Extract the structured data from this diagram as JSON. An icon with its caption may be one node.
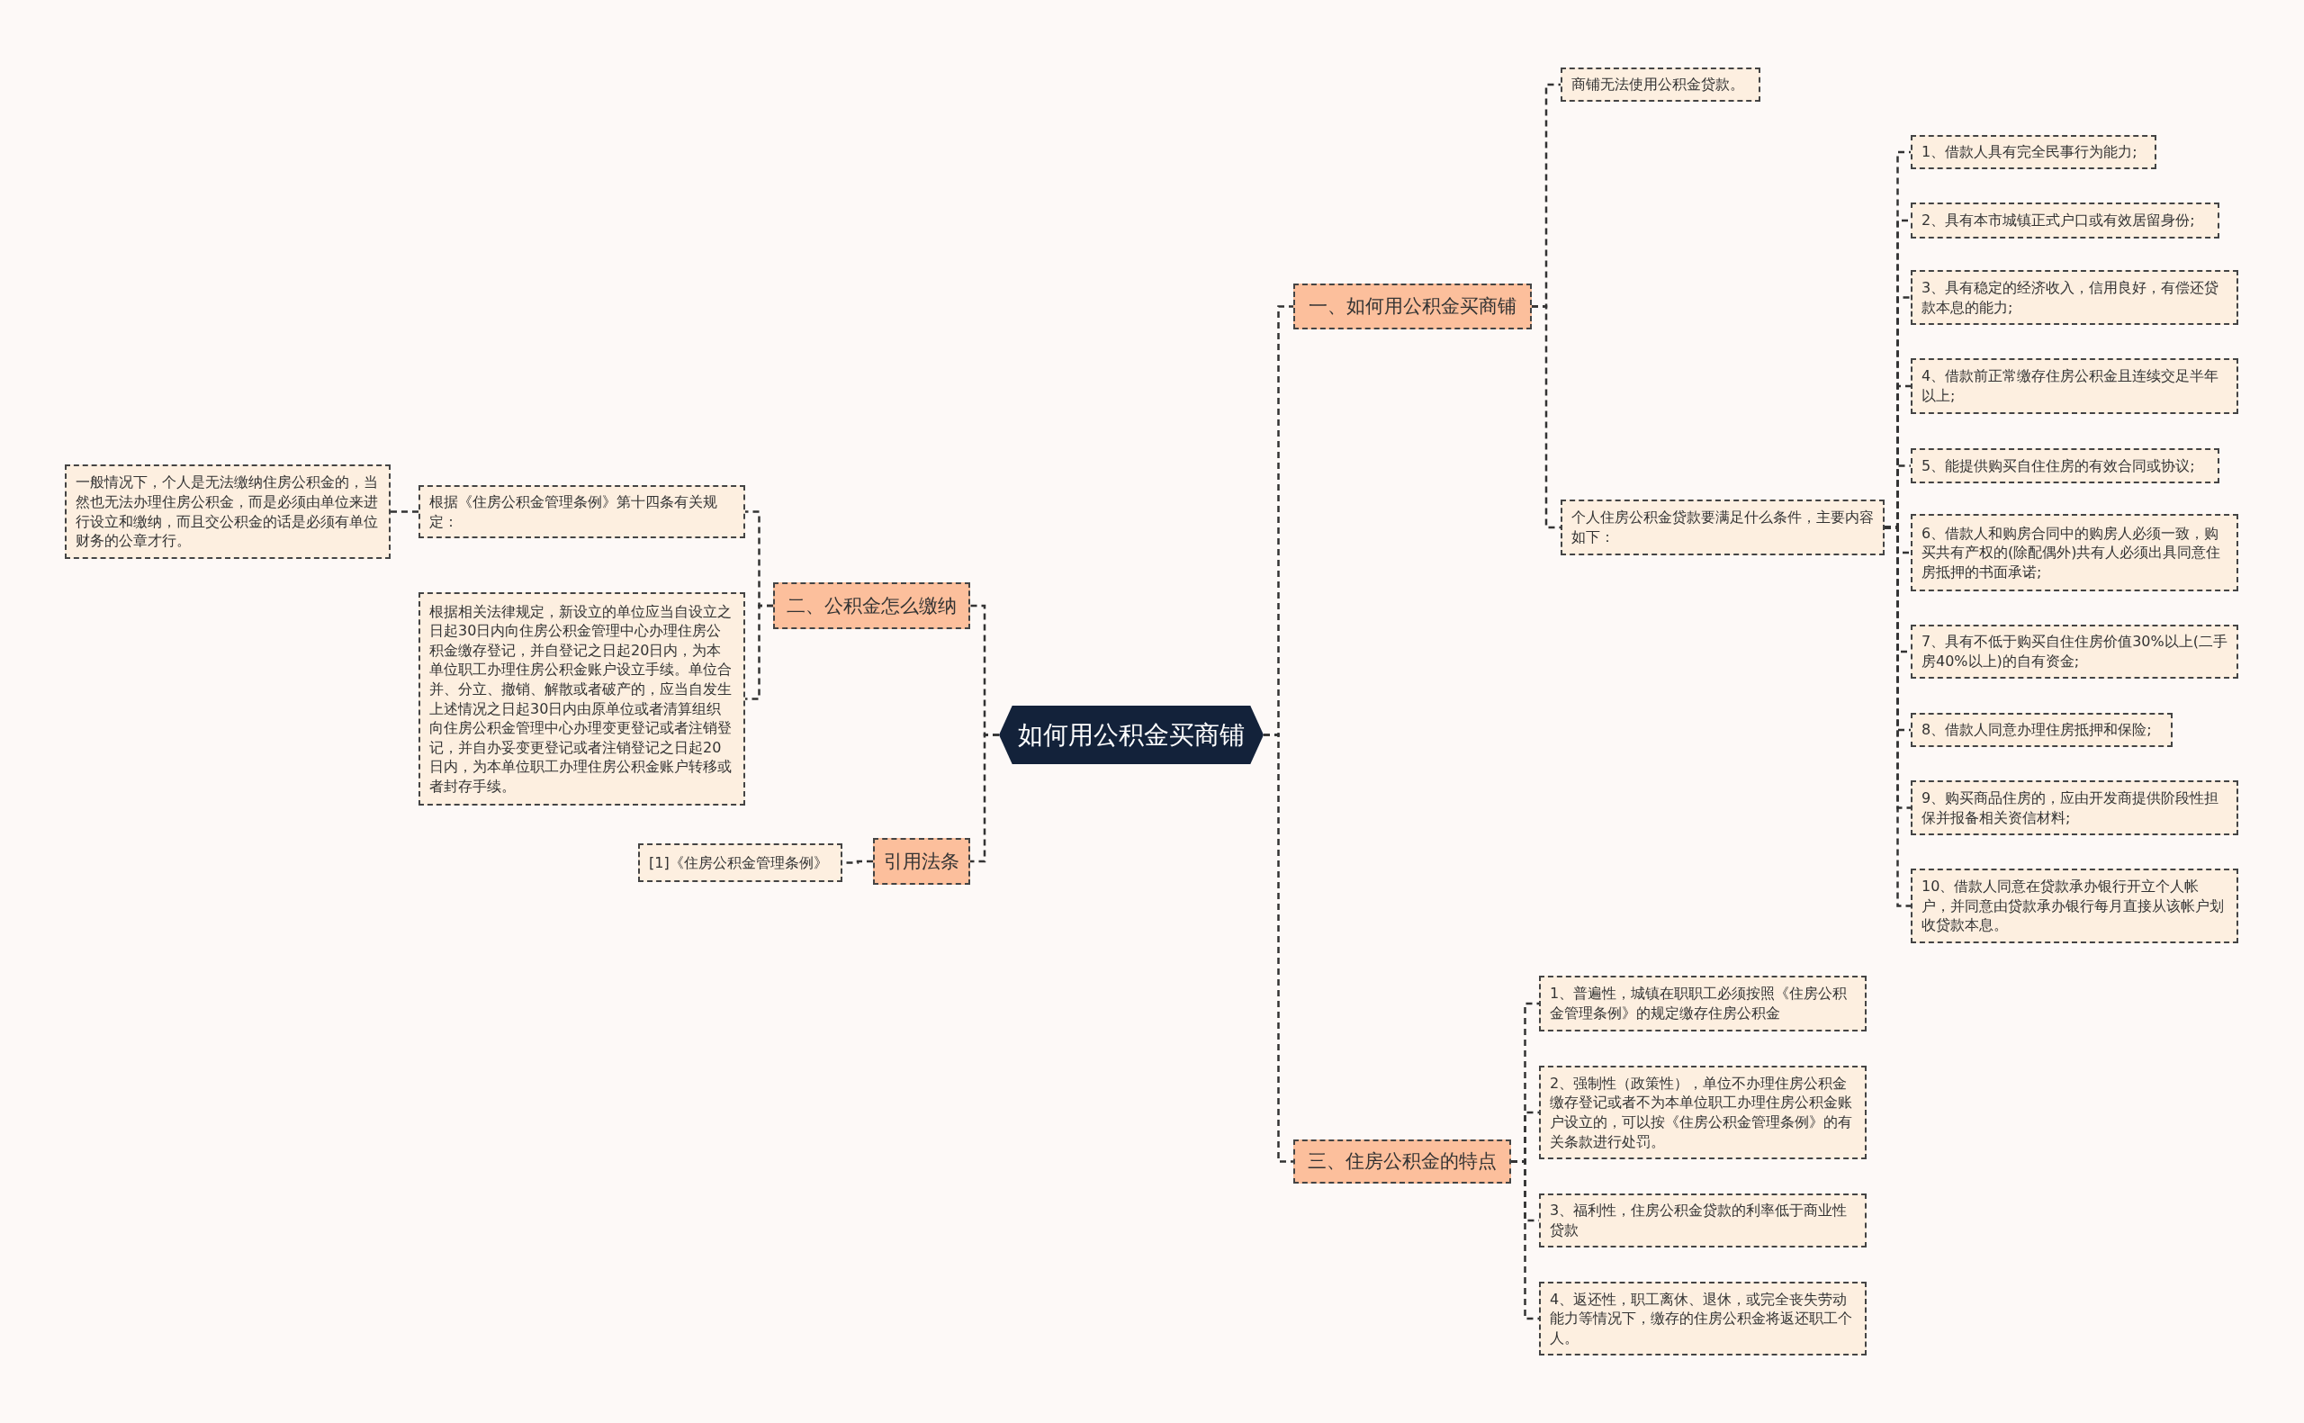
{
  "diagram": {
    "nodes": [
      {
        "text": [
          "如何用公积金买商铺"
        ]
      },
      {
        "text": [
          "一、如何用公积金买商铺"
        ]
      },
      {
        "text": [
          "商铺无法使用公积金贷款。"
        ]
      },
      {
        "text": [
          "个人住房公积金贷款要满足什么条件，主要内容如下："
        ]
      },
      {
        "text": [
          "1、借款人具有完全民事行为能力;"
        ]
      },
      {
        "text": [
          "2、具有本市城镇正式户口或有效居留身份;"
        ]
      },
      {
        "text": [
          "3、具有稳定的经济收入，信用良好，有偿还贷款本息的能力;"
        ]
      },
      {
        "text": [
          "4、借款前正常缴存住房公积金且连续交足半年以上;"
        ]
      },
      {
        "text": [
          "5、能提供购买自住住房的有效合同或协议;"
        ]
      },
      {
        "text": [
          "6、借款人和购房合同中的购房人必须一致，购买共有产权的(除配偶外)共有人必须出具同意住房抵押的书面承诺;"
        ]
      },
      {
        "text": [
          "7、具有不低于购买自住住房价值30%以上(二手房40%以上)的自有资金;"
        ]
      },
      {
        "text": [
          "8、借款人同意办理住房抵押和保险;"
        ]
      },
      {
        "text": [
          "9、购买商品住房的，应由开发商提供阶段性担保并报备相关资信材料;"
        ]
      },
      {
        "text": [
          "10、借款人同意在贷款承办银行开立个人帐户，并同意由贷款承办银行每月直接从该帐户划收贷款本息。"
        ]
      },
      {
        "text": [
          "三、住房公积金的特点"
        ]
      },
      {
        "text": [
          "1、普遍性，城镇在职职工必须按照《住房公积金管理条例》的规定缴存住房公积金"
        ]
      },
      {
        "text": [
          "2、强制性（政策性），单位不办理住房公积金缴存登记或者不为本单位职工办理住房公积金账户设立的，可以按《住房公积金管理条例》的有关条款进行处罚。"
        ]
      },
      {
        "text": [
          "3、福利性，住房公积金贷款的利率低于商业性贷款"
        ]
      },
      {
        "text": [
          "4、返还性，职工离休、退休，或完全丧失劳动能力等情况下，缴存的住房公积金将返还职工个人。"
        ]
      },
      {
        "text": [
          "二、公积金怎么缴纳"
        ]
      },
      {
        "text": [
          "根据《住房公积金管理条例》第十四条有关规定："
        ]
      },
      {
        "text": [
          "一般情况下，个人是无法缴纳住房公积金的，当然也无法办理住房公积金，而是必须由单位来进行设立和缴纳，而且交公积金的话是必须有单位财务的公章才行。"
        ]
      },
      {
        "text": [
          "根据相关法律规定，新设立的单位应当自设立之日起30日内向住房公积金管理中心办理住房公积金缴存登记，并自登记之日起20日内，为本单位职工办理住房公积金账户设立手续。单位合并、分立、撤销、解散或者破产的，应当自发生上述情况之日起30日内由原单位或者清算组织向住房公积金管理中心办理变更登记或者注销登记，并自办妥变更登记或者注销登记之日起20日内，为本单位职工办理住房公积金账户转移或者封存手续。"
        ]
      },
      {
        "text": [
          "引用法条"
        ]
      },
      {
        "text": [
          "[1]《住房公积金管理条例》"
        ]
      }
    ],
    "edges": [
      {
        "from": 0,
        "to": 1,
        "arrow": "none"
      },
      {
        "from": 1,
        "to": 2,
        "arrow": "none"
      },
      {
        "from": 1,
        "to": 3,
        "arrow": "none"
      },
      {
        "from": 3,
        "to": 4,
        "arrow": "none"
      },
      {
        "from": 3,
        "to": 5,
        "arrow": "none"
      },
      {
        "from": 3,
        "to": 6,
        "arrow": "none"
      },
      {
        "from": 3,
        "to": 7,
        "arrow": "none"
      },
      {
        "from": 3,
        "to": 8,
        "arrow": "none"
      },
      {
        "from": 3,
        "to": 9,
        "arrow": "none"
      },
      {
        "from": 3,
        "to": 10,
        "arrow": "none"
      },
      {
        "from": 3,
        "to": 11,
        "arrow": "none"
      },
      {
        "from": 3,
        "to": 12,
        "arrow": "none"
      },
      {
        "from": 3,
        "to": 13,
        "arrow": "none"
      },
      {
        "from": 0,
        "to": 14,
        "arrow": "none"
      },
      {
        "from": 14,
        "to": 15,
        "arrow": "none"
      },
      {
        "from": 14,
        "to": 16,
        "arrow": "none"
      },
      {
        "from": 14,
        "to": 17,
        "arrow": "none"
      },
      {
        "from": 14,
        "to": 18,
        "arrow": "none"
      },
      {
        "from": 0,
        "to": 19,
        "arrow": "none"
      },
      {
        "from": 19,
        "to": 20,
        "arrow": "none"
      },
      {
        "from": 20,
        "to": 21,
        "arrow": "none"
      },
      {
        "from": 19,
        "to": 22,
        "arrow": "none"
      },
      {
        "from": 0,
        "to": 23,
        "arrow": "none"
      },
      {
        "from": 23,
        "to": 24,
        "arrow": "none"
      }
    ]
  }
}
